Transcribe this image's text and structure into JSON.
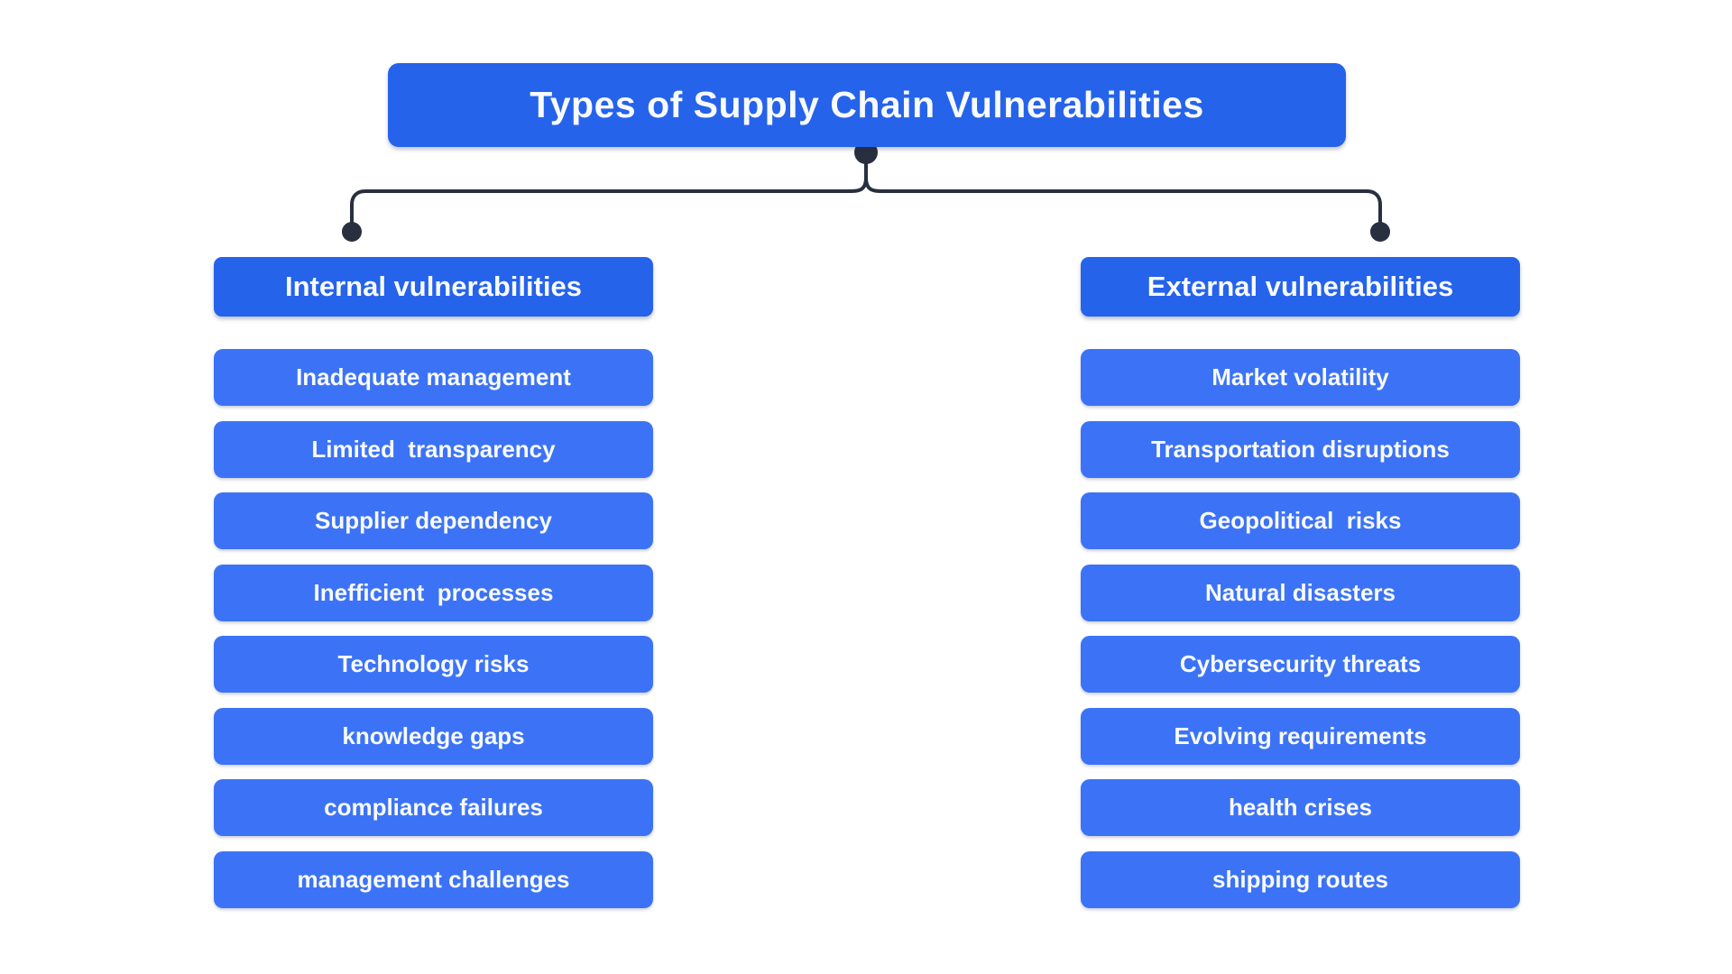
{
  "title": "Types of Supply Chain Vulnerabilities",
  "colors": {
    "header_blue": "#2563eb",
    "item_blue": "#3c73f6",
    "connector_navy": "#28303f",
    "background": "#ffffff",
    "text": "#f8fafc"
  },
  "branches": [
    {
      "label": "Internal vulnerabilities",
      "items": [
        "Inadequate management",
        "Limited  transparency",
        "Supplier dependency",
        "Inefficient  processes",
        "Technology risks",
        "knowledge gaps",
        "compliance failures",
        "management challenges"
      ]
    },
    {
      "label": "External vulnerabilities",
      "items": [
        "Market volatility",
        "Transportation disruptions",
        "Geopolitical  risks",
        "Natural disasters",
        "Cybersecurity threats",
        "Evolving requirements",
        "health crises",
        "shipping routes"
      ]
    }
  ]
}
